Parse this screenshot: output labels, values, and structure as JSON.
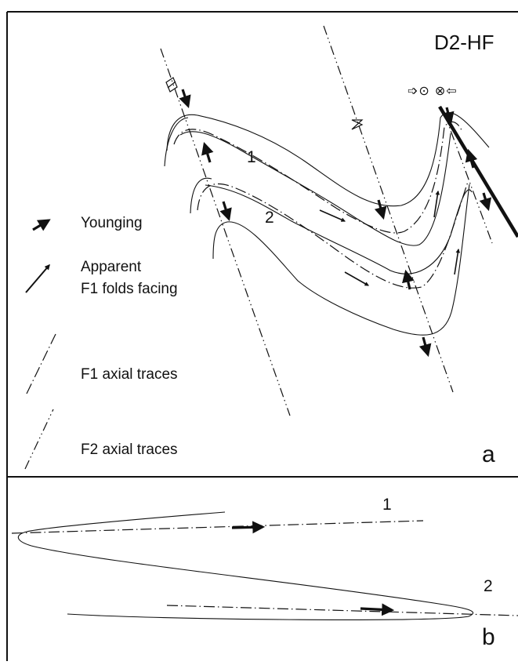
{
  "title": "D2-HF",
  "shear_symbols": "➩⊙ ⊗⇦",
  "panel_a": {
    "letter": "a",
    "surface_labels": [
      "1",
      "2"
    ]
  },
  "panel_b": {
    "letter": "b",
    "surface_labels": [
      "1",
      "2"
    ]
  },
  "legend": {
    "younging": "Younging",
    "facing_line1": "Apparent",
    "facing_line2": "F1 folds facing",
    "f1_axial": "F1 axial traces",
    "f2_axial": "F2 axial traces"
  },
  "colors": {
    "ink": "#111111",
    "background": "#ffffff"
  }
}
